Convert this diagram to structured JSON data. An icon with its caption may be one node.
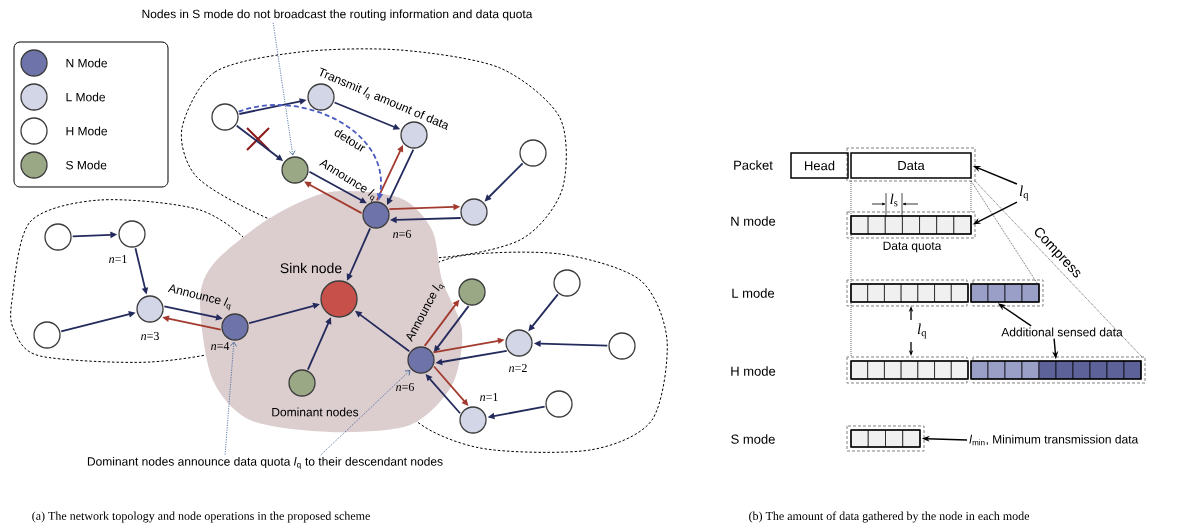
{
  "diagram": {
    "nodes": [
      {
        "text": [],
        "shape": "circle"
      },
      {
        "text": [],
        "shape": "circle"
      },
      {
        "text": [],
        "shape": "circle"
      },
      {
        "text": [],
        "shape": "circle"
      },
      {
        "text": [],
        "shape": "circle",
        "beside": [
          "*n*=6"
        ]
      },
      {
        "text": [],
        "shape": "circle"
      },
      {
        "text": [],
        "shape": "circle"
      },
      {
        "text": [],
        "shape": "circle"
      },
      {
        "text": [],
        "shape": "circle",
        "beside": [
          "*n*=1"
        ]
      },
      {
        "text": [],
        "shape": "circle",
        "beside": [
          "*n*=3"
        ]
      },
      {
        "text": [],
        "shape": "circle"
      },
      {
        "text": [],
        "shape": "circle",
        "beside": [
          "*n*=4"
        ]
      },
      {
        "text": [
          "Sink node"
        ]
      },
      {
        "text": [],
        "shape": "circle"
      },
      {
        "text": [],
        "shape": "circle",
        "beside": [
          "*n*=6"
        ]
      },
      {
        "text": [],
        "shape": "circle"
      },
      {
        "text": [],
        "shape": "circle"
      },
      {
        "text": [],
        "shape": "circle",
        "beside": [
          "*n*=2"
        ]
      },
      {
        "text": [],
        "shape": "circle"
      },
      {
        "text": [],
        "shape": "circle",
        "beside": [
          "*n*=1"
        ]
      },
      {
        "text": [],
        "shape": "circle"
      },
      {
        "text": [
          "Dominant nodes"
        ]
      },
      {
        "text": [
          "Nodes in S mode do not broadcast the routing information and data quota"
        ]
      },
      {
        "text": [
          "Dominant nodes announce data quota *l*$_{q}$ to their descendant nodes"
        ]
      },
      {
        "text": [
          "Head"
        ]
      },
      {
        "text": [
          "Data"
        ]
      },
      {
        "text": [],
        "shape": "bar",
        "beside": [
          "Data quota"
        ]
      },
      {
        "text": [],
        "shape": "bar"
      },
      {
        "text": [],
        "shape": "bar"
      },
      {
        "text": [],
        "shape": "bar"
      },
      {
        "text": [],
        "shape": "bar"
      },
      {
        "text": [],
        "shape": "bar"
      },
      {
        "text": [
          "*l*$_{q}$"
        ]
      },
      {
        "text": [
          "Additional sensed data"
        ]
      },
      {
        "text": [
          "*l*$_{min}$, Minimum transmission data"
        ]
      }
    ],
    "edges": [
      {
        "from": 0,
        "to": 1,
        "arrow": "to"
      },
      {
        "from": 1,
        "to": 2,
        "arrow": "to",
        "label": "Transmit *l*$_{q}$ amount of data"
      },
      {
        "from": 0,
        "to": 3,
        "arrow": "to"
      },
      {
        "from": 3,
        "to": 4,
        "arrow": "to"
      },
      {
        "from": 4,
        "to": 3,
        "arrow": "to",
        "color": "#a33a2e",
        "label": "Announce *l*$_{q}$"
      },
      {
        "from": 2,
        "to": 4,
        "arrow": "to"
      },
      {
        "from": 4,
        "to": 2,
        "arrow": "to",
        "color": "#a33a2e"
      },
      {
        "from": 6,
        "to": 5,
        "arrow": "to"
      },
      {
        "from": 5,
        "to": 4,
        "arrow": "to"
      },
      {
        "from": 4,
        "to": 5,
        "arrow": "to",
        "color": "#a33a2e"
      },
      {
        "from": 0,
        "to": 4,
        "arrow": "to",
        "style": "dashed",
        "color": "#4a5bc0",
        "label": "detour"
      },
      {
        "from": 4,
        "to": 12,
        "arrow": "to"
      },
      {
        "from": 7,
        "to": 8,
        "arrow": "to"
      },
      {
        "from": 8,
        "to": 9,
        "arrow": "to"
      },
      {
        "from": 10,
        "to": 9,
        "arrow": "to"
      },
      {
        "from": 9,
        "to": 11,
        "arrow": "to"
      },
      {
        "from": 11,
        "to": 9,
        "arrow": "to",
        "color": "#a33a2e",
        "label": "Announce *l*$_{q}$"
      },
      {
        "from": 11,
        "to": 12,
        "arrow": "to"
      },
      {
        "from": 13,
        "to": 12,
        "arrow": "to"
      },
      {
        "from": 14,
        "to": 12,
        "arrow": "to"
      },
      {
        "from": 14,
        "to": 15,
        "arrow": "to",
        "color": "#a33a2e",
        "label": "Announce *l*$_{q}$"
      },
      {
        "from": 15,
        "to": 14,
        "arrow": "to"
      },
      {
        "from": 14,
        "to": 17,
        "arrow": "to",
        "color": "#a33a2e"
      },
      {
        "from": 17,
        "to": 14,
        "arrow": "to"
      },
      {
        "from": 14,
        "to": 19,
        "arrow": "to",
        "color": "#a33a2e"
      },
      {
        "from": 19,
        "to": 14,
        "arrow": "to"
      },
      {
        "from": 16,
        "to": 17,
        "arrow": "to"
      },
      {
        "from": 18,
        "to": 17,
        "arrow": "to"
      },
      {
        "from": 20,
        "to": 19,
        "arrow": "to"
      },
      {
        "from": 22,
        "to": 3,
        "arrow": "to",
        "style": "dashed",
        "color": "#1f4e8c"
      },
      {
        "from": 23,
        "to": 11,
        "arrow": "to",
        "style": "dashed",
        "color": "#1f4e8c"
      },
      {
        "from": 23,
        "to": 14,
        "arrow": "to",
        "style": "dashed",
        "color": "#1f4e8c"
      },
      {
        "from": 32,
        "to": 25,
        "arrow": "to",
        "color": "#000000"
      },
      {
        "from": 32,
        "to": 26,
        "arrow": "to",
        "color": "#000000"
      },
      {
        "from": 33,
        "to": 28,
        "arrow": "to",
        "color": "#000000"
      },
      {
        "from": 33,
        "to": 30,
        "arrow": "to",
        "color": "#000000"
      },
      {
        "from": 34,
        "to": 31,
        "arrow": "to",
        "color": "#000000"
      }
    ],
    "labels": [
      "Packet",
      "*l*$_{s}$",
      "N mode",
      "Compress",
      "L mode",
      "*l*$_{q}$",
      "H mode",
      "S mode",
      "(a) The network topology and node operations in the proposed scheme",
      "(b) The amount of data gathered by the node in each mode"
    ],
    "legend": [
      {
        "text": "N Mode",
        "color": "#6e74aa"
      },
      {
        "text": "L Mode",
        "color": "#d3d6e6"
      },
      {
        "text": "H Mode"
      },
      {
        "text": "S Mode",
        "color": "#9aa886"
      }
    ]
  }
}
